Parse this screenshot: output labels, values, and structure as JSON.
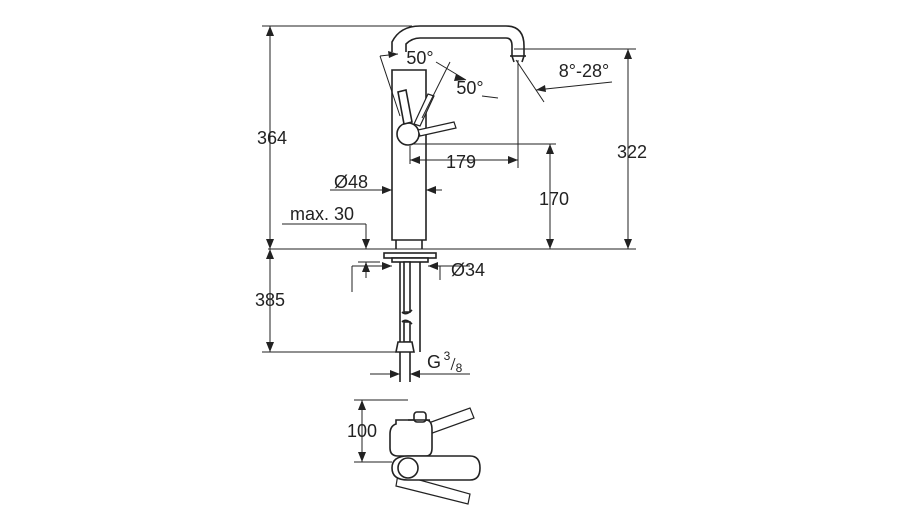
{
  "dimensions": {
    "total_height": "364",
    "spout_height": "322",
    "spout_reach": "179",
    "lever_height": "170",
    "body_diameter": "Ø48",
    "max_deck": "max. 30",
    "hole_diameter": "Ø34",
    "under_deck": "385",
    "connection_g": "G",
    "connection_sup": "3",
    "connection_sub": "8",
    "lever_angle_left": "50°",
    "lever_angle_right": "50°",
    "spout_angle": "8°-28°",
    "top_view_depth": "100"
  }
}
